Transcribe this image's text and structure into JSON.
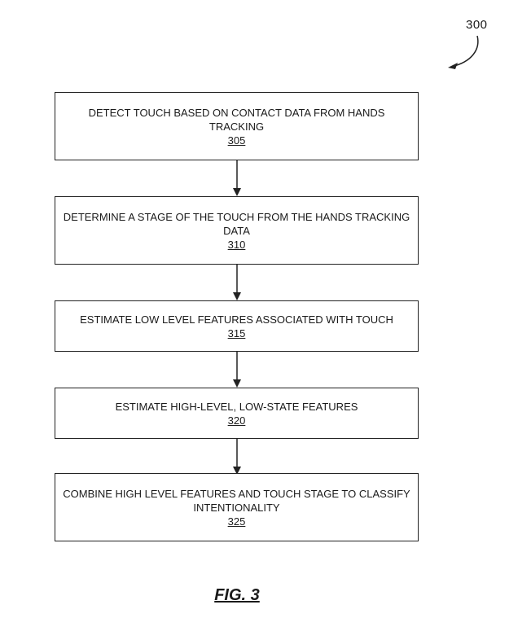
{
  "diagram": {
    "reference_number": "300",
    "steps": [
      {
        "text": "DETECT TOUCH BASED ON CONTACT DATA FROM HANDS TRACKING",
        "ref": "305"
      },
      {
        "text": "DETERMINE A STAGE OF THE TOUCH FROM THE HANDS TRACKING DATA",
        "ref": "310"
      },
      {
        "text": "ESTIMATE LOW LEVEL FEATURES ASSOCIATED WITH TOUCH",
        "ref": "315"
      },
      {
        "text": "ESTIMATE HIGH-LEVEL, LOW-STATE FEATURES",
        "ref": "320"
      },
      {
        "text": "COMBINE HIGH LEVEL FEATURES AND TOUCH STAGE TO CLASSIFY INTENTIONALITY",
        "ref": "325"
      }
    ],
    "figure_label": "FIG. 3"
  }
}
